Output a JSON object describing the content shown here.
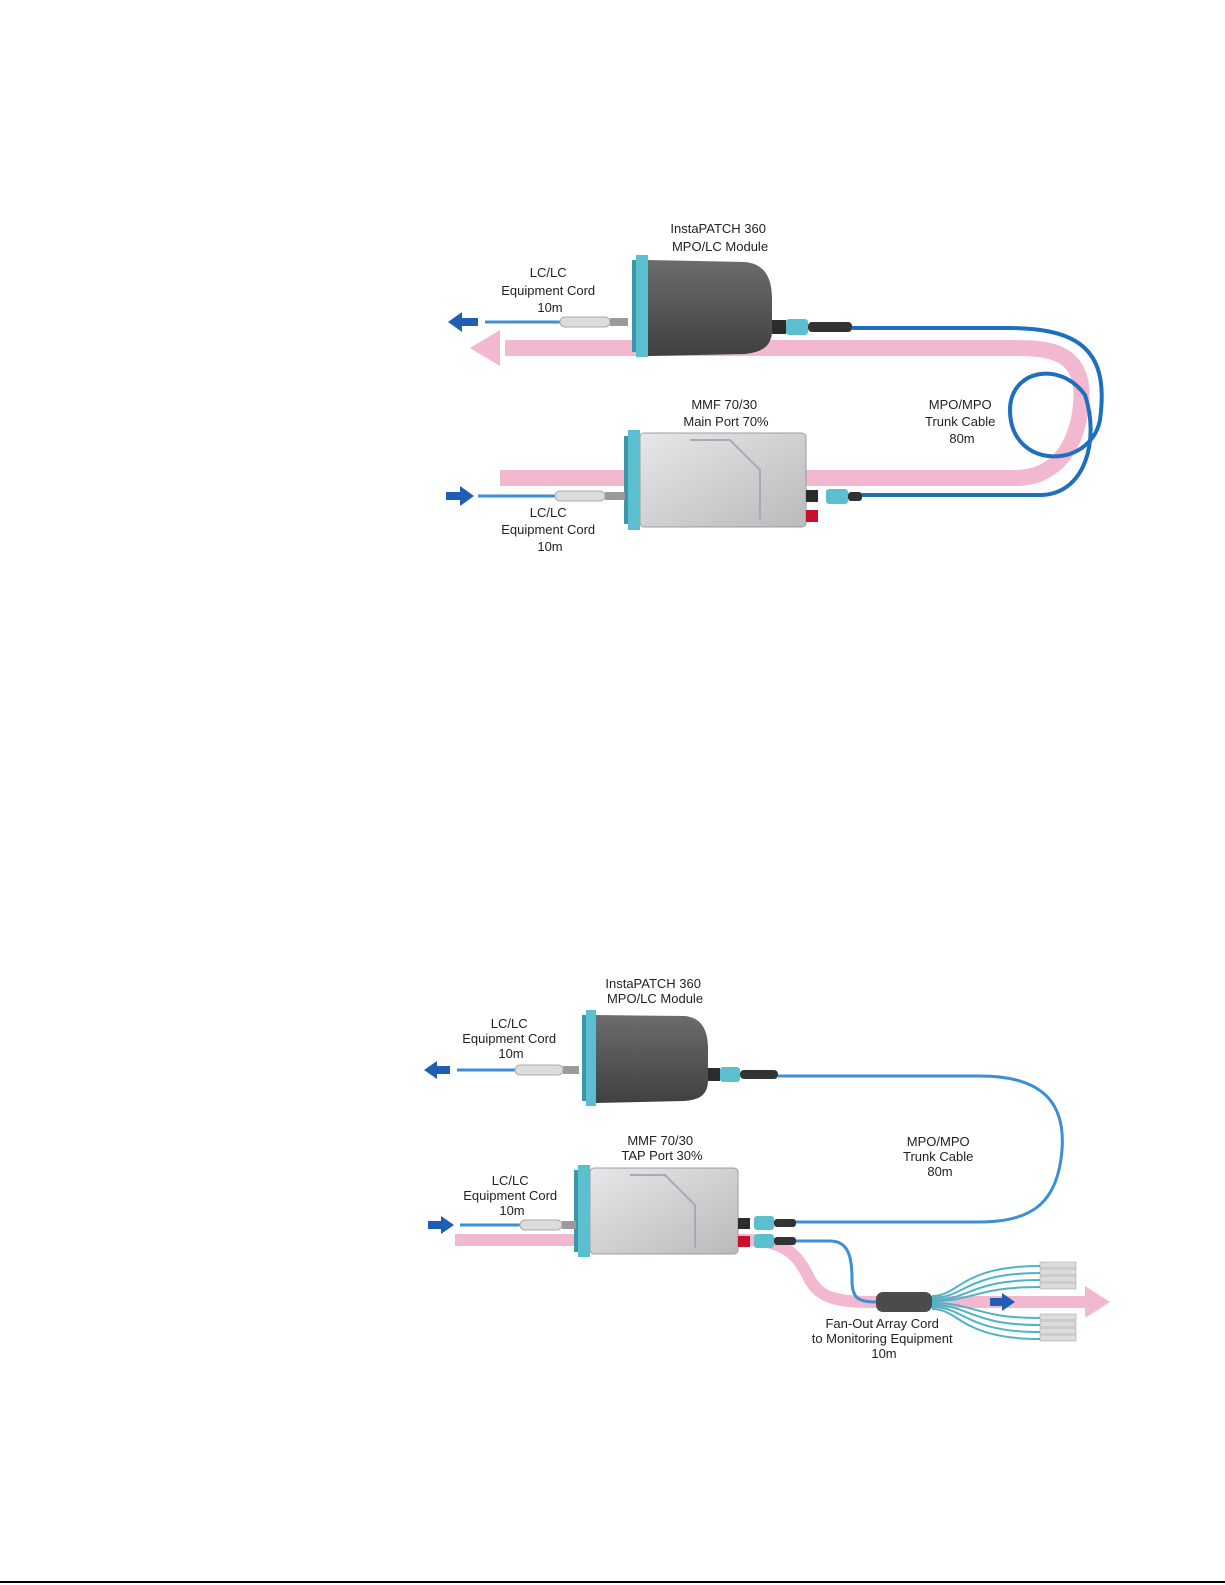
{
  "colors": {
    "flow": "#f2b8cf",
    "fiber": "#3a8fd6",
    "fiber_dark": "#1f6fbf",
    "arrow": "#1e5fb5",
    "connector": "#5bbfcf",
    "module_dark": "#58595b",
    "module_light": "#d4d5d7",
    "tap_red": "#c8102e"
  },
  "diagram_top": {
    "module_label": [
      "InstaPATCH 360",
      "MPO/LC Module"
    ],
    "equipment_cord_out": [
      "LC/LC",
      "Equipment Cord",
      "10m"
    ],
    "splitter_label": [
      "MMF 70/30",
      "Main Port 70%"
    ],
    "trunk_label": [
      "MPO/MPO",
      "Trunk Cable",
      "80m"
    ],
    "equipment_cord_in": [
      "LC/LC",
      "Equipment Cord",
      "10m"
    ]
  },
  "diagram_bottom": {
    "module_label": [
      "InstaPATCH 360",
      "MPO/LC Module"
    ],
    "equipment_cord_out": [
      "LC/LC",
      "Equipment Cord",
      "10m"
    ],
    "splitter_label": [
      "MMF 70/30",
      "TAP Port 30%"
    ],
    "trunk_label": [
      "MPO/MPO",
      "Trunk Cable",
      "80m"
    ],
    "equipment_cord_in": [
      "LC/LC",
      "Equipment Cord",
      "10m"
    ],
    "fanout_label": [
      "Fan-Out Array Cord",
      "to Monitoring Equipment",
      "10m"
    ]
  }
}
